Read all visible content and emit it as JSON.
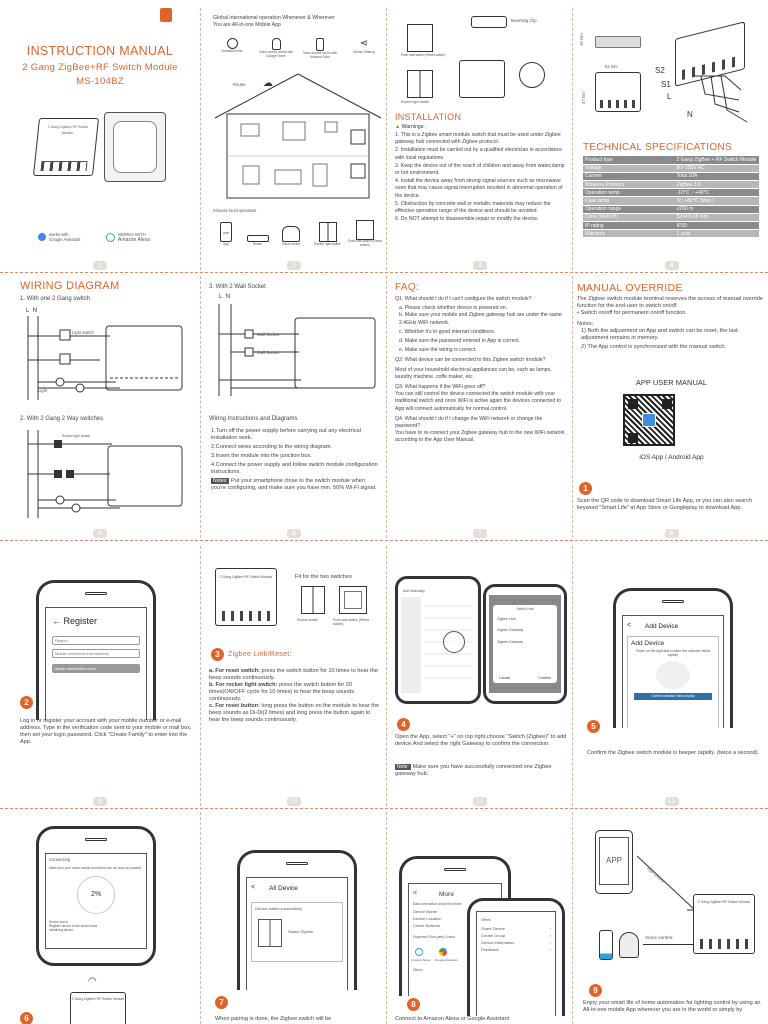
{
  "page1": {
    "title": "INSTRUCTION MANUAL",
    "subtitle": "2 Gang ZigBee+RF Switch Module",
    "model": "MS-104BZ",
    "badge_google_line1": "works with",
    "badge_google_line2": "Google Assistant",
    "badge_alexa_line1": "WORKS WITH",
    "badge_alexa_line2": "Amazon Alexa",
    "module_label": "2 Gang ZigBee+RF Switch Module",
    "page_num": "1"
  },
  "page2": {
    "line1": "Global international operation Whenever & Wherever",
    "line2": "You are All-in-one Mobile App",
    "features": [
      "Schedule timer",
      "Voice control works with Google Home",
      "Voice control works with Amazon Echo",
      "Device Sharing"
    ],
    "router_label": "Router",
    "house_caption": "Inhouse local operation",
    "devices": [
      "App",
      "Router",
      "Voice control",
      "Rocker light switch",
      "Push wall switch (Reset switch)"
    ],
    "page_num": "2"
  },
  "page3": {
    "mounting_clip": "Mounting Clip",
    "push_label": "Push wall switch (Reset switch)",
    "rocker_label": "Rocker light switch",
    "installation_title": "INSTALLATION",
    "warnings_title": "Warnings:",
    "warnings": [
      "1. This is a Zigbee smart module switch that must be used under Zigbee gateway hub connected with Zigbee protocol.",
      "2. Installation must be carried out by a qualified electrician in accordance with local regulations.",
      "3. Keep the device out of the reach of children and away from water,damp or hot environment.",
      "4. Install the device away from strong signal sources such as microwave oven that may cause signal interruption resulted in abnormal operation of the device.",
      "5. Obstruction by concrete wall or metallic materials may reduce the effective operation range of the device and should be avoided.",
      "6. Do NOT attempt to disassemble,repair or modify the device."
    ],
    "page_num": "3"
  },
  "page4": {
    "dim_height": "18 mm",
    "dim_width": "52 mm",
    "dim_depth": "47 mm",
    "terminals": [
      "S2",
      "S1",
      "L",
      "N"
    ],
    "tech_title": "TECHNICAL SPECIFICATIONS",
    "specs": [
      [
        "Product type",
        "2 Gang ZigBee + RF Switch Module"
      ],
      [
        "Voltage",
        "90~250V AC"
      ],
      [
        "Current",
        "Total 10A"
      ],
      [
        "Wireless Protocol",
        "ZigBee 3.0"
      ],
      [
        "Operation temp.",
        "-10°C ~ +40°C"
      ],
      [
        "Case temp.",
        "Tc: +80°C (Max.)"
      ],
      [
        "Operation range",
        "≤200 m"
      ],
      [
        "Dims (WxDxH)",
        "52x47x18 mm"
      ],
      [
        "IP rating",
        "IP20"
      ],
      [
        "Warranty",
        "1 year"
      ]
    ],
    "page_num": "4"
  },
  "page5": {
    "title": "WIRING DIAGRAM",
    "sub1": "1. With one 2 Gang switch",
    "sub2": "2. With 2 Gang 2 Way switches",
    "L": "L",
    "N": "N",
    "light_switch": "Light switch",
    "rocker_switch": "Rocker light switch",
    "light": "Light",
    "page_num": "5"
  },
  "page6": {
    "sub3": "3. With 2 Wall Socket",
    "wall_socket": "Wall Socket",
    "instructions_title": "Wiring Instructions and Diagrams",
    "steps": [
      "1.Turn off the power supply before carrying out any electrical installation work.",
      "2.Connect wires according to the wiring diagram.",
      "3.Insert the module into the junction box.",
      "4.Connect the power supply and follow switch module configuration instructions."
    ],
    "note_label": "Notes:",
    "note_text": "Put your smartphone close to the switch module when you're configuring, and make sure you have min. 50% Wi-Fi signal.",
    "page_num": "6"
  },
  "page7": {
    "title": "FAQ:",
    "q1": "Q1: What should I do if I can't configure the switch module?",
    "a1": [
      "a. Please check whether device is powered on.",
      "b. Make sure your mobile and Zigbee gateway hub are under the same 2.4GHz WiFi network.",
      "c. Whether it's in good internet conditions.",
      "d. Make sure the password entered in App is correct.",
      "e. Make sure the wiring is correct."
    ],
    "q2": "Q2: What device can be connected to this Zigbee switch module?",
    "a2": "Most of your household electrical appliances can be, such as lamps, laundry machine, coffe maker, etc.",
    "q3": "Q3: What happens if the WiFi goes off?",
    "a3": "You can still control the device connected the switch module with your traditional switch and once WiFi is active again the devices connected to App will connect automatically for normal control.",
    "q4": "Q4: What should I do if I change the WiFi network or change the password?",
    "a4": "You have to re-connect your Zigbee gateway hub to the new WiFi network according to the App User Manual.",
    "page_num": "7"
  },
  "page8": {
    "title": "MANUAL OVERRIDE",
    "intro": "The Zigbee switch module terminal reserves the access of manual override function for the end-user to switch on/off.",
    "bullet": "• Switch on/off for permanent on/off function.",
    "notes_label": "Notes:",
    "notes": [
      "1) Both the adjustment on App and switch can be reset, the last adjustment remains in memory.",
      "2) The App control is synchronized with the manual switch."
    ],
    "app_manual_title": "APP USER MANUAL",
    "ios_android": "iOS App / Android App",
    "step1": "1",
    "step1_text": "Scan the QR code to download Smart Life App, or you can also search keyword \"Smart Life\" at App Store or Googleplay to download App.",
    "page_num": "8"
  },
  "page9": {
    "screen_title": "← Register",
    "field1": "Region",
    "field2": "Mobile number/e-mail address",
    "button": "Obtain verification code",
    "step": "2",
    "text": "Log in or register your account with your mobile number or e-mail address. Type in the verification code sent to your mobile or mail box, then set your login password. Click \"Create Family\" to enter into the App.",
    "page_num": "9"
  },
  "page10": {
    "fit_label": "Fit for the two switches",
    "rocker": "Rocker switch",
    "push": "Push wall switch (Reset switch)",
    "step": "3",
    "title": "Zigbee Link/Reset:",
    "a_label": "a. For reset switch:",
    "a_text": "press the switch button for 10 times to hear the beep sounds continuously.",
    "b_label": "b. For rocker light switch:",
    "b_text": "press the switch button for 20 times(ON/OFF cycle for 10 times) to hear the beep sounds continuously.",
    "c_label": "c. For reset button:",
    "c_text": "long press the button on the module to hear the beep sounds as Di-Di(2 times) and long press the button again to hear the beep sounds continuously.",
    "page_num": "10"
  },
  "page11": {
    "screen_header": "Add Manually",
    "popup_title": "Select Hub",
    "popup_items": [
      "Zigbee Hub",
      "Zigbee Gateway"
    ],
    "cancel": "Cancel",
    "confirm": "Confirm",
    "step": "4",
    "text": "Open the App, select \"+\" on top right,choose \"Switch (Zigbee)\" to add device.And select the right Gateway to confirm the connection.",
    "note_label": "Note:",
    "note_text": "Make sure you have successfully connected one Zigbee gateway hub.",
    "page_num": "11"
  },
  "page12": {
    "screen_header": "Add Device",
    "card_title": "Add Device",
    "card_text": "Power on the light and confirm the indicator blinks rapidly",
    "button": "Confirm indicator blinks rapidly",
    "step": "5",
    "text": "Confirm the Zigbee switch module is beeper rapidly. (twice a second).",
    "page_num": "12"
  },
  "page13": {
    "connecting": "Connecting",
    "connecting_sub": "Make sure your router,mobile and device are as close as possible",
    "percent": "2%",
    "found": "Device found",
    "register": "Register device to the smart cloud",
    "init": "Initializing device",
    "step": "6"
  },
  "page14": {
    "screen_title": "All Device",
    "success": "Device added successfully",
    "device_name": "Switch Zigbee",
    "step": "7",
    "text": "When pairing is done, the Zigbee switch will be"
  },
  "page15": {
    "title": "More",
    "subtitle": "Basic information about the device",
    "items": [
      "Device Name",
      "Device Location",
      "Check Network"
    ],
    "third_party": "Supported Third-party Control",
    "alexa": "Amazon Alexa",
    "google": "Google Assistant",
    "others": "Others",
    "right_items": [
      "Share Device",
      "Create Group",
      "Device Information",
      "Feedback"
    ],
    "step": "8",
    "text": "Connect to Amazon Alexa or Google Assistant"
  },
  "page16": {
    "app": "APP",
    "app_control": "App control",
    "voice_control": "Voice control",
    "step": "9",
    "text": "Enjoy your smart life of home automation for lighting control by using an All-in-one mobile App wherever you are in the world or simply by"
  },
  "colors": {
    "accent": "#e0632a",
    "spec_dark": "#8a8a8a",
    "spec_light": "#b7b7b7",
    "fold": "#d98a6a"
  }
}
